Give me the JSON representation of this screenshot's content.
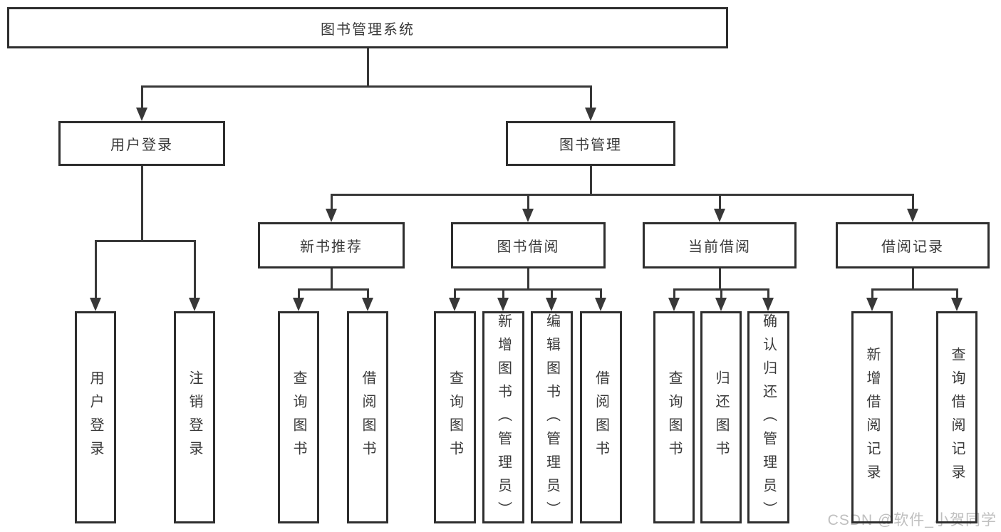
{
  "diagram": {
    "title": "图书管理系统",
    "level2": [
      {
        "label": "用户登录"
      },
      {
        "label": "图书管理"
      }
    ],
    "level3": [
      {
        "label": "新书推荐"
      },
      {
        "label": "图书借阅"
      },
      {
        "label": "当前借阅"
      },
      {
        "label": "借阅记录"
      }
    ],
    "leaves": {
      "user_login": [
        "用户登录",
        "注销登录"
      ],
      "new_rec": [
        "查询图书",
        "借阅图书"
      ],
      "book_borrow": [
        "查询图书",
        "新增图书（管理员）",
        "编辑图书（管理员）",
        "借阅图书"
      ],
      "current_borrow": [
        "查询图书",
        "归还图书",
        "确认归还（管理员）"
      ],
      "borrow_record": [
        "新增借阅记录",
        "查询借阅记录"
      ]
    }
  },
  "watermark": {
    "text": "CSDN @软件_小贺同学"
  },
  "colors": {
    "line": "#383838",
    "border": "#2e2e2e",
    "text": "#3a3a3a",
    "watermark": "#bfbfbf",
    "background": "#ffffff"
  }
}
